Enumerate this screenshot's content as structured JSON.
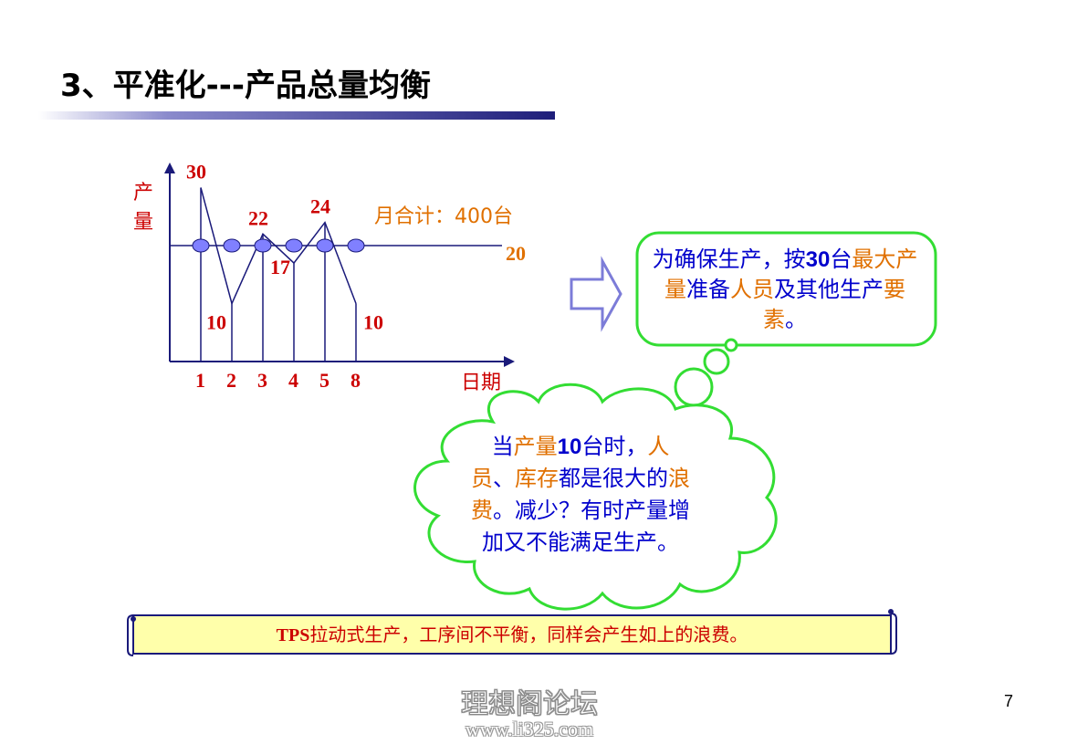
{
  "title": "3、平准化---产品总量均衡",
  "chart": {
    "y_label_line1": "产",
    "y_label_line2": "量",
    "x_label": "日期",
    "x_ticks": [
      "1",
      "2",
      "3",
      "4",
      "5",
      "8"
    ],
    "values": [
      30,
      10,
      22,
      17,
      24,
      10
    ],
    "average": 20,
    "monthly_total_label": "月合计：400台"
  },
  "bubble_top": {
    "p1": "为确保生产，按",
    "num": "30",
    "p2": "台",
    "o1": "最大产量",
    "p3": "准备",
    "o2": "人员",
    "p4": "及其他生产",
    "o3": "要素",
    "p5": "。"
  },
  "bubble_cloud": {
    "p1": "当",
    "o1": "产量",
    "num": "10",
    "p2": "台时，",
    "o2": "人员",
    "p3": "、",
    "o3": "库存",
    "p4": "都是很大的",
    "o4": "浪费",
    "p5": "。减少？有时产量增加又不能满足生产。"
  },
  "banner": {
    "tps": "TPS",
    "text": "拉动式生产，工序间不平衡，同样会产生如上的浪费。"
  },
  "watermark": {
    "name": "理想阁论坛",
    "url": "www.li325.com"
  },
  "page_number": "7",
  "colors": {
    "red": "#cc0000",
    "orange": "#e07000",
    "blue": "#0000cc",
    "green": "#33dd33",
    "axis": "#1a1a7a",
    "node_fill": "#8080ff",
    "scroll_fill": "#ffffaa"
  }
}
